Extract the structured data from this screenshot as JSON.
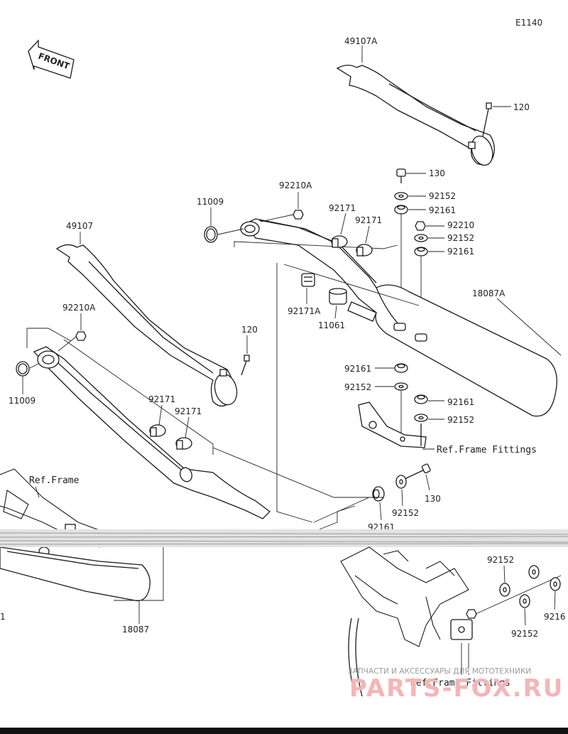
{
  "diagram_code": "E1140",
  "front_label": "FRONT",
  "labels": {
    "p49107A": "49107A",
    "p120_top": "120",
    "p130_a": "130",
    "p92152_a": "92152",
    "p92161_a": "92161",
    "p92210_a": "92210",
    "p92152_b": "92152",
    "p92161_b": "92161",
    "p92210A_top": "92210A",
    "p11009_top": "11009",
    "p92171_a": "92171",
    "p92171_b": "92171",
    "p49107": "49107",
    "p18087A": "18087A",
    "p92171A": "92171A",
    "p11061": "11061",
    "p92210A_left": "92210A",
    "p120_mid": "120",
    "p11009_left": "11009",
    "p92171_c": "92171",
    "p92171_d": "92171",
    "p92161_c": "92161",
    "p92152_c": "92152",
    "p92161_d": "92161",
    "p92152_d": "92152",
    "ref_frame_fittings_a": "Ref.Frame Fittings",
    "p130_b": "130",
    "p92152_e": "92152",
    "p92161_e": "92161",
    "ref_frame": "Ref.Frame",
    "p18087": "18087",
    "p92152_f": "92152",
    "p9216_edge": "9216",
    "p92152_g": "92152",
    "ref_frame_fittings_b": "Ref.Frame Fittings",
    "edge_1": "1"
  },
  "watermark": {
    "line1": "ЗАПЧАСТИ И АКСЕССУАРЫ ДЛЯ МОТОТЕХНИКИ",
    "line2": "PARTS-FOX.RU"
  }
}
